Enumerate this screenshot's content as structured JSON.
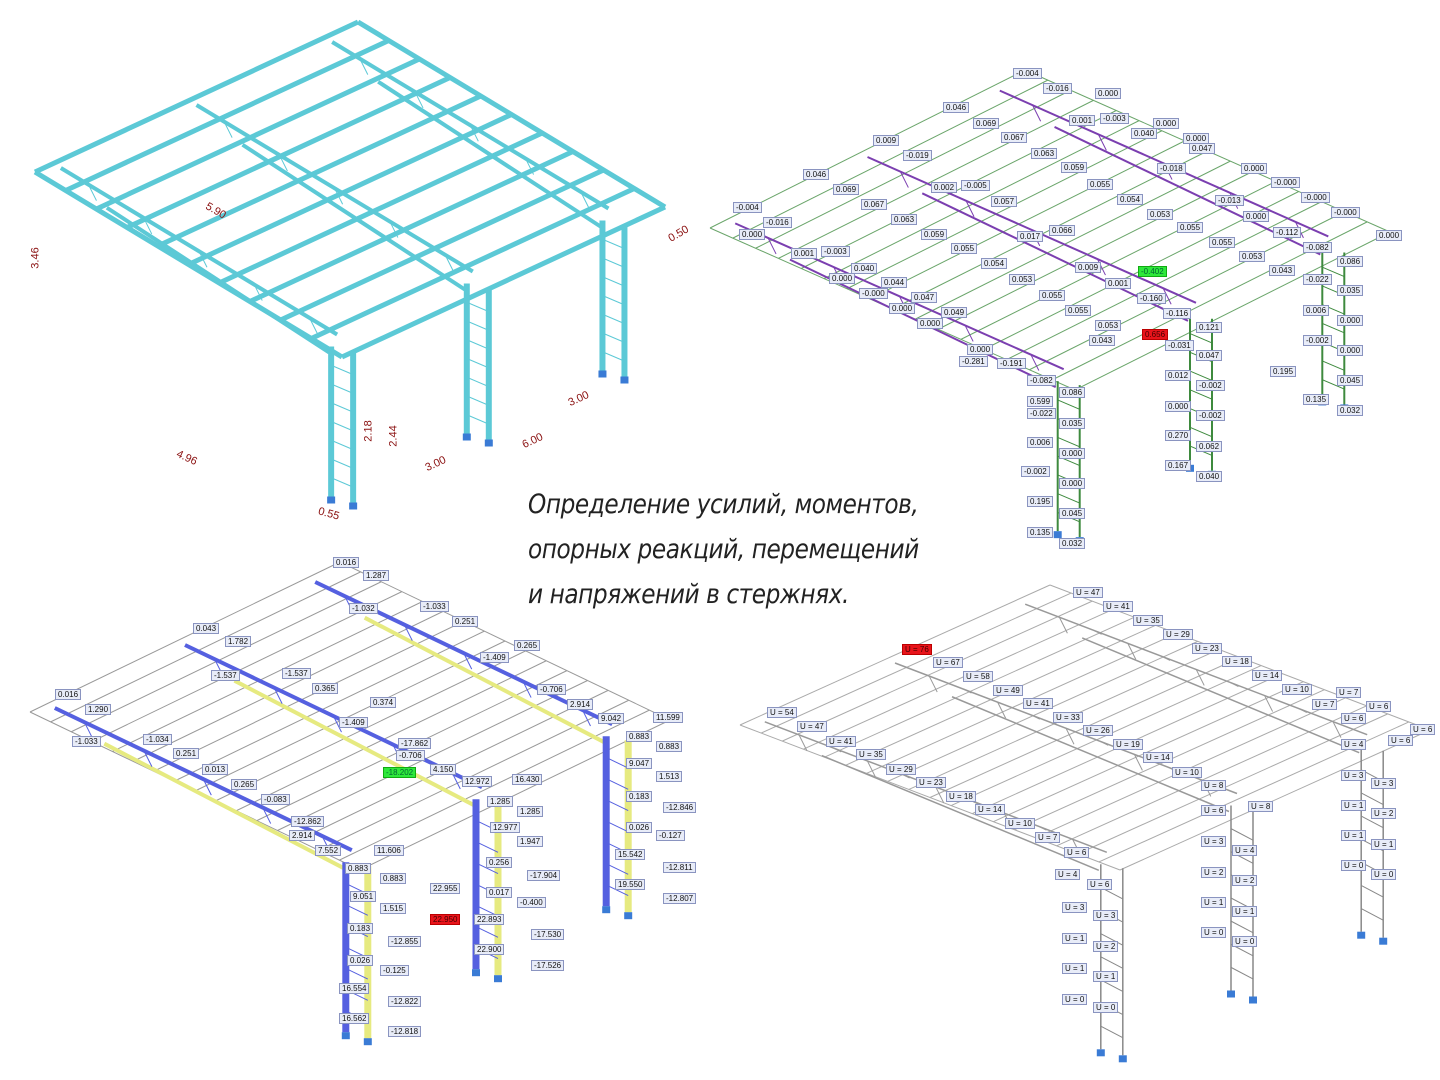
{
  "caption": {
    "line1": "Определение усилий, моментов,",
    "line2": "опорных реакций, перемещений",
    "line3": "и напряжений в стержнях."
  },
  "colors": {
    "model": "#5cc9d6",
    "moment": "#7b3fb0",
    "moment_fill": "#4f9e5a",
    "force_neg": "#5560e0",
    "force_pos": "#e6ea80",
    "highlight_max": "#e8141b",
    "highlight_min": "#2ee83a",
    "dimension": "#8a1010"
  },
  "model_view": {
    "dimensions": [
      "3.46",
      "5.90",
      "0.50",
      "2.18",
      "2.44",
      "3.00",
      "3.00",
      "6.00",
      "4.96",
      "0.55"
    ]
  },
  "moments_view": {
    "max_label": "0.656",
    "min_label": "-0.402",
    "labels": [
      "-0.004",
      "-0.016",
      "0.000",
      "0.046",
      "0.069",
      "0.001",
      "-0.003",
      "0.000",
      "0.040",
      "0.067",
      "0.000",
      "0.009",
      "0.047",
      "-0.019",
      "0.063",
      "-0.018",
      "0.000",
      "0.059",
      "0.046",
      "0.055",
      "-0.000",
      "0.069",
      "0.002",
      "-0.005",
      "0.057",
      "0.054",
      "-0.013",
      "-0.000",
      "0.067",
      "-0.004",
      "0.053",
      "0.000",
      "-0.000",
      "0.063",
      "-0.016",
      "0.017",
      "0.066",
      "0.055",
      "-0.112",
      "0.000",
      "0.000",
      "0.059",
      "0.055",
      "-0.082",
      "0.055",
      "0.001",
      "-0.003",
      "0.053",
      "0.086",
      "0.054",
      "0.009",
      "0.040",
      "0.043",
      "0.000",
      "0.053",
      "0.001",
      "-0.022",
      "0.044",
      "0.035",
      "-0.000",
      "0.055",
      "-0.160",
      "0.047",
      "0.000",
      "0.055",
      "0.006",
      "0.049",
      "-0.116",
      "0.000",
      "0.000",
      "0.053",
      "0.121",
      "0.043",
      "-0.002",
      "-0.031",
      "0.000",
      "0.000",
      "0.047",
      "-0.281",
      "-0.191",
      "0.195",
      "0.012",
      "-0.082",
      "0.045",
      "-0.002",
      "0.086",
      "0.135",
      "0.599",
      "0.000",
      "0.032",
      "-0.022",
      "-0.002",
      "0.035",
      "0.270",
      "0.006",
      "0.062",
      "0.000",
      "0.167",
      "-0.002",
      "0.040",
      "0.000",
      "0.195",
      "0.045",
      "0.135",
      "0.032"
    ]
  },
  "forces_view": {
    "max_label": "22.950",
    "min_label": "-18.202",
    "labels": [
      "0.016",
      "1.287",
      "-1.032",
      "-1.033",
      "0.251",
      "0.043",
      "1.782",
      "0.265",
      "-1.409",
      "-1.537",
      "-1.537",
      "0.365",
      "-0.706",
      "0.016",
      "0.374",
      "2.914",
      "1.290",
      "-1.409",
      "9.042",
      "11.599",
      "0.883",
      "-1.033",
      "-1.034",
      "-17.862",
      "0.883",
      "0.251",
      "-0.706",
      "9.047",
      "4.150",
      "0.013",
      "12.972",
      "1.513",
      "16.430",
      "0.265",
      "1.285",
      "0.183",
      "-0.083",
      "1.285",
      "-12.846",
      "12.977",
      "-12.862",
      "0.026",
      "-0.127",
      "2.914",
      "1.947",
      "11.606",
      "7.552",
      "15.542",
      "0.256",
      "0.883",
      "-12.811",
      "0.883",
      "-17.904",
      "9.051",
      "19.550",
      "22.955",
      "0.017",
      "-12.807",
      "1.515",
      "-0.400",
      "22.893",
      "0.183",
      "-12.855",
      "-17.530",
      "22.900",
      "0.026",
      "-0.125",
      "-17.526",
      "16.554",
      "-12.822",
      "16.562",
      "-12.818"
    ]
  },
  "utilization_view": {
    "max_label": "U = 76",
    "labels": [
      "U = 47",
      "U = 41",
      "U = 35",
      "U = 29",
      "U = 23",
      "U = 18",
      "U = 67",
      "U = 14",
      "U = 58",
      "U = 10",
      "U = 7",
      "U = 49",
      "U = 7",
      "U = 6",
      "U = 54",
      "U = 41",
      "U = 6",
      "U = 33",
      "U = 47",
      "U = 6",
      "U = 26",
      "U = 4",
      "U = 6",
      "U = 41",
      "U = 19",
      "U = 35",
      "U = 14",
      "U = 3",
      "U = 29",
      "U = 10",
      "U = 3",
      "U = 23",
      "U = 8",
      "U = 18",
      "U = 1",
      "U = 6",
      "U = 8",
      "U = 2",
      "U = 14",
      "U = 1",
      "U = 10",
      "U = 1",
      "U = 7",
      "U = 3",
      "U = 4",
      "U = 6",
      "U = 0",
      "U = 2",
      "U = 0",
      "U = 4",
      "U = 6",
      "U = 2",
      "U = 1",
      "U = 3",
      "U = 1",
      "U = 3",
      "U = 0",
      "U = 1",
      "U = 0",
      "U = 2",
      "U = 1",
      "U = 1",
      "U = 0",
      "U = 0"
    ]
  }
}
